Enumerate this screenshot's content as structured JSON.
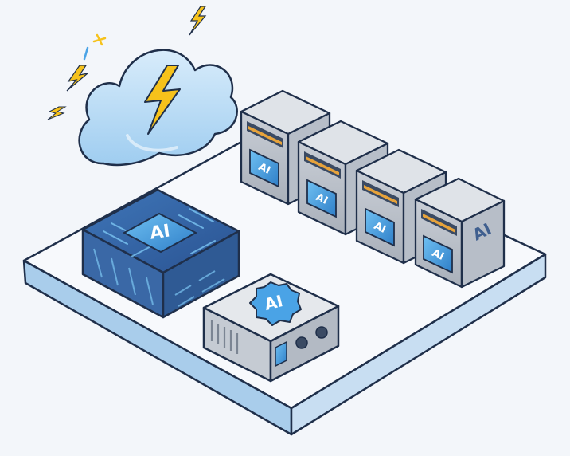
{
  "scene": {
    "background_color": "#f3f6fa",
    "accent_color": "#4aa3e6",
    "outline_color": "#1f2f4a"
  },
  "cloud": {
    "icon": "cloud-lightning-icon"
  },
  "chip_box": {
    "label": "AI"
  },
  "edge_device": {
    "label": "AI"
  },
  "servers": [
    {
      "label": "AI"
    },
    {
      "label": "AI"
    },
    {
      "label": "AI"
    },
    {
      "label": "AI"
    }
  ],
  "server_side_label": "AI"
}
